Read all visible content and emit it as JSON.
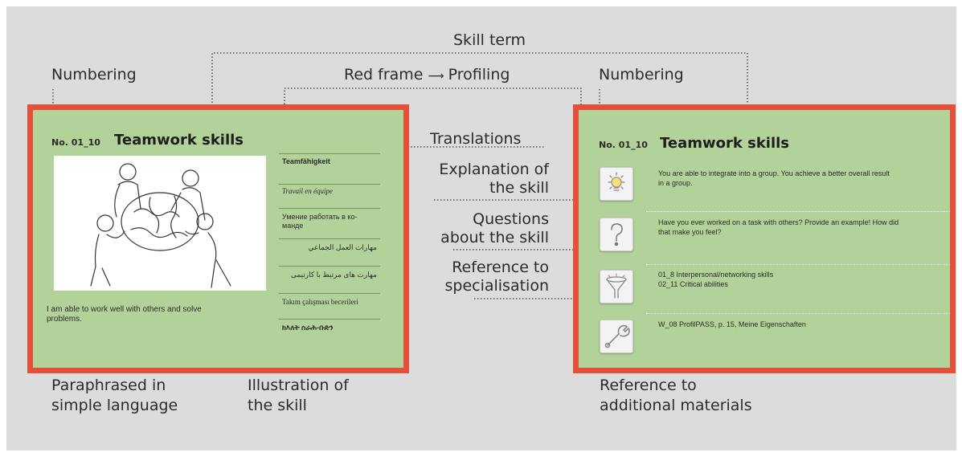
{
  "labels": {
    "numbering_left": "Numbering",
    "skill_term": "Skill term",
    "red_frame": "Red frame",
    "red_frame_arrow": "⟶",
    "profiling": "Profiling",
    "numbering_right": "Numbering",
    "translations": "Translations",
    "explanation_l1": "Explanation of",
    "explanation_l2": "the skill",
    "questions_l1": "Questions",
    "questions_l2": "about the skill",
    "reference_l1": "Reference to",
    "reference_l2": "specialisation",
    "paraphrased_l1": "Paraphrased in",
    "paraphrased_l2": "simple language",
    "illustration_l1": "Illustration of",
    "illustration_l2": "the skill",
    "additional_l1": "Reference to",
    "additional_l2": "additional materials"
  },
  "front_card": {
    "number": "No. 01_10",
    "title": "Teamwork skills",
    "paraphrase_l1": "I am able to work well with others and solve",
    "paraphrase_l2": "problems.",
    "translations": [
      "Teamfähigkeit",
      "Travail en équipe",
      "Умение работать в ко-\nманде",
      "مهارات العمل الجماعي",
      "مهارت های مرتبط با کارتیمی",
      "Takım çalışması becerileri",
      "ክእለት ስራሕ-ቡድን"
    ]
  },
  "back_card": {
    "number": "No. 01_10",
    "title": "Teamwork skills",
    "sections": [
      {
        "icon": "lightbulb-icon",
        "text_l1": "You are able to integrate into a group. You achieve a better overall result",
        "text_l2": "in a group."
      },
      {
        "icon": "question-mark-icon",
        "text_l1": "Have you ever worked on a task with others? Provide an example! How did",
        "text_l2": "that make you feel?"
      },
      {
        "icon": "funnel-icon",
        "text_l1": "01_8 Interpersonal/networking skills",
        "text_l2": "02_11 Critical abilities"
      },
      {
        "icon": "wrench-icon",
        "text_l1": "W_08 ProfilPASS, p. 15, Meine Eigenschaften",
        "text_l2": ""
      }
    ]
  },
  "colors": {
    "card_fill": "#b2d29a",
    "card_border": "#e4503a",
    "background": "#dcdcdc"
  }
}
